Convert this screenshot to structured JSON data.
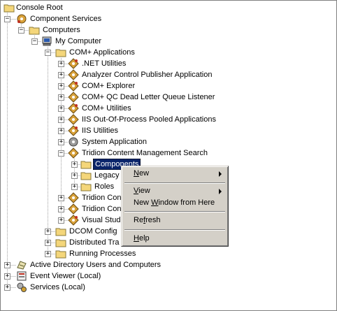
{
  "tree": {
    "root": "Console Root",
    "component_services": "Component Services",
    "computers": "Computers",
    "my_computer": "My Computer",
    "com_apps": "COM+ Applications",
    "apps": [
      ".NET Utilities",
      "Analyzer Control Publisher Application",
      "COM+ Explorer",
      "COM+ QC Dead Letter Queue Listener",
      "COM+ Utilities",
      "IIS Out-Of-Process Pooled Applications",
      "IIS Utilities",
      "System Application",
      "Tridion Content Management Search"
    ],
    "tcm_children": [
      "Components",
      "Legacy",
      "Roles"
    ],
    "more_apps": [
      "Tridion Con",
      "Tridion Con",
      "Visual Stud"
    ],
    "dcom": "DCOM Config",
    "distributed": "Distributed Tra",
    "running": "Running Processes",
    "active_directory": "Active Directory Users and Computers",
    "event_viewer": "Event Viewer (Local)",
    "services": "Services (Local)",
    "expander_plus": "+",
    "expander_minus": "−"
  },
  "context_menu": {
    "new_mn": "N",
    "new_rest": "ew",
    "view_mn": "V",
    "view_rest": "iew",
    "new_window_pre": "New ",
    "new_window_mn": "W",
    "new_window_post": "indow from Here",
    "refresh_pre": "Re",
    "refresh_mn": "f",
    "refresh_post": "resh",
    "help_mn": "H",
    "help_rest": "elp"
  },
  "colors": {
    "selection": "#0a246a",
    "menu_face": "#d4d0c8",
    "folder": "#f4d67a"
  }
}
